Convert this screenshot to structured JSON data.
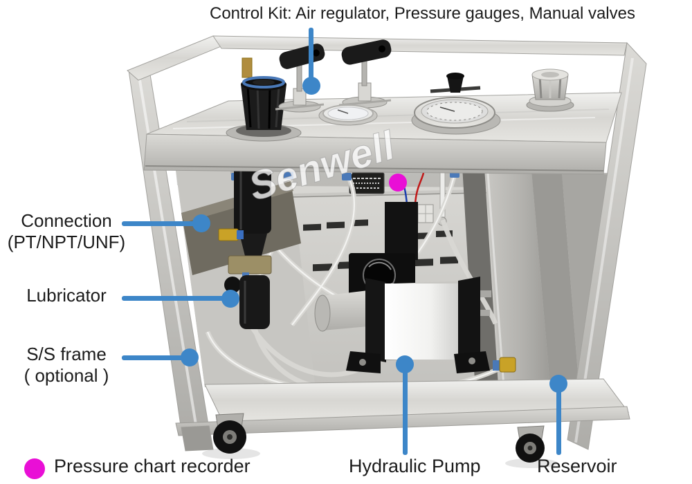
{
  "colors": {
    "leader_blue": "#3d86c8",
    "marker_magenta": "#e90fd6",
    "label_text": "#1b1b1b",
    "background": "#ffffff"
  },
  "annotations": {
    "control_kit": "Control Kit: Air regulator, Pressure gauges, Manual valves",
    "connection": [
      "Connection",
      "(PT/NPT/UNF)"
    ],
    "lubricator": "Lubricator",
    "ss_frame": [
      "S/S frame",
      "( optional )"
    ],
    "pressure_chart_recorder": "Pressure chart recorder",
    "hydraulic_pump": "Hydraulic Pump",
    "reservoir": "Reservoir"
  },
  "photo": {
    "watermark": "Senwell"
  }
}
